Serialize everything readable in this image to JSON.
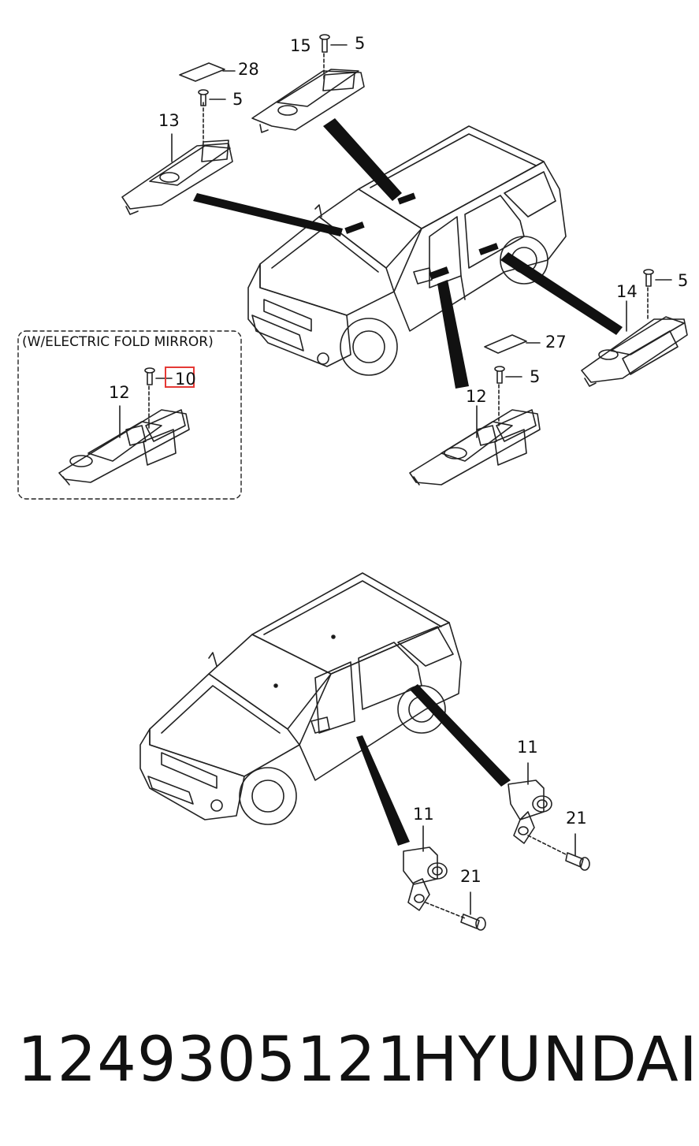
{
  "inset": {
    "title": "(W/ELECTRIC FOLD MIRROR)"
  },
  "callouts": {
    "c15": "15",
    "c5_top": "5",
    "c28": "28",
    "c5_b": "5",
    "c13": "13",
    "c14": "14",
    "c5_r": "5",
    "c27": "27",
    "c5_m": "5",
    "c12_m": "12",
    "c12_inset": "12",
    "c10": "10",
    "c11_a": "11",
    "c21_a": "21",
    "c11_b": "11",
    "c21_b": "21"
  },
  "footer": {
    "part_number": "1249305121",
    "brand": "HYUNDAI"
  },
  "highlight_color": "#e53935"
}
